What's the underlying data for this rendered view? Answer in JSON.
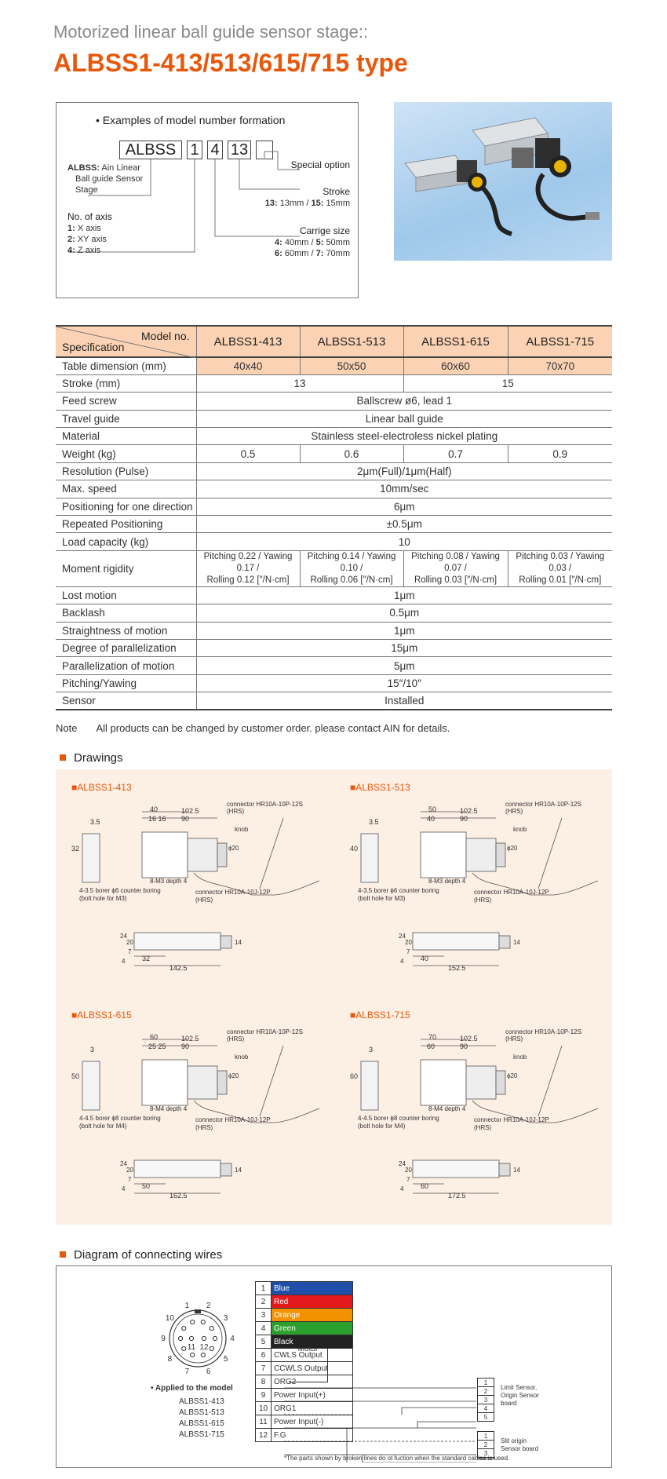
{
  "header": {
    "subtitle": "Motorized linear ball guide sensor stage::",
    "title": "ALBSS1-413/513/615/715 type"
  },
  "formation": {
    "heading": "Examples of model number formation",
    "boxes": [
      "ALBSS",
      "1",
      "4",
      "13",
      ""
    ],
    "albss_label": "ALBSS:",
    "albss_text1": "Ain Linear",
    "albss_text2": "Ball guide Sensor",
    "albss_text3": "Stage",
    "axis_heading": "No. of axis",
    "axis": [
      {
        "k": "1:",
        "v": "X axis"
      },
      {
        "k": "2:",
        "v": "XY axis"
      },
      {
        "k": "4:",
        "v": "Z axis"
      }
    ],
    "special": "Special option",
    "stroke_heading": "Stroke",
    "stroke_k1": "13:",
    "stroke_v1": "13mm / ",
    "stroke_k2": "15:",
    "stroke_v2": "15mm",
    "carriage_heading": "Carrige size",
    "car1k": "4:",
    "car1v": "40mm / ",
    "car2k": "5:",
    "car2v": "50mm",
    "car3k": "6:",
    "car3v": "60mm / ",
    "car4k": "7:",
    "car4v": "70mm"
  },
  "spec": {
    "corner_top": "Model no.",
    "corner_bottom": "Specification",
    "models": [
      "ALBSS1-413",
      "ALBSS1-513",
      "ALBSS1-615",
      "ALBSS1-715"
    ],
    "rows": [
      {
        "label": "Table dimension (mm)",
        "values": [
          "40x40",
          "50x50",
          "60x60",
          "70x70"
        ]
      },
      {
        "label": "Stroke (mm)",
        "v13": "13",
        "v15": "15"
      },
      {
        "label": "Feed screw",
        "all": "Ballscrew ø6, lead 1"
      },
      {
        "label": "Travel guide",
        "all": "Linear ball guide"
      },
      {
        "label": "Material",
        "all": "Stainless steel-electroless nickel plating"
      },
      {
        "label": "Weight (kg)",
        "values": [
          "0.5",
          "0.6",
          "0.7",
          "0.9"
        ]
      },
      {
        "label": "Resolution (Pulse)",
        "all": "2μm(Full)/1μm(Half)"
      },
      {
        "label": "Max. speed",
        "all": "10mm/sec"
      },
      {
        "label": "Positioning for one direction",
        "all": "6μm"
      },
      {
        "label": "Repeated Positioning",
        "all": "±0.5μm"
      },
      {
        "label": "Load capacity (kg)",
        "all": "10"
      },
      {
        "label": "Moment rigidity",
        "values": [
          {
            "a": "Pitching 0.22 / Yawing 0.17 /",
            "b": "Rolling 0.12 [″/N·cm]"
          },
          {
            "a": "Pitching 0.14 / Yawing 0.10 /",
            "b": "Rolling 0.06 [″/N·cm]"
          },
          {
            "a": "Pitching 0.08 / Yawing 0.07 /",
            "b": "Rolling 0.03 [″/N·cm]"
          },
          {
            "a": "Pitching 0.03 / Yawing 0.03 /",
            "b": "Rolling 0.01 [″/N·cm]"
          }
        ]
      },
      {
        "label": "Lost motion",
        "all": "1μm"
      },
      {
        "label": "Backlash",
        "all": "0.5μm"
      },
      {
        "label": "Straightness of motion",
        "all": "1μm"
      },
      {
        "label": "Degree of parallelization",
        "all": "15μm"
      },
      {
        "label": "Parallelization of motion",
        "all": "5μm"
      },
      {
        "label": "Pitching/Yawing",
        "all": "15″/10″"
      },
      {
        "label": "Sensor",
        "all": "Installed"
      }
    ]
  },
  "note": {
    "label": "Note",
    "text": "All products can be changed by customer order. please contact AIN for details."
  },
  "drawings": {
    "heading": "Drawings",
    "models": [
      {
        "name": "■ALBSS1-413",
        "top": "40",
        "total": "102.5",
        "mid": "90",
        "sub": "16 16",
        "borer": "4-3.5 borer ϕ6 counter boring",
        "bolt": "(bolt hole for M3)",
        "depth": "8-M3 depth 4",
        "base1": "32",
        "base2": "142.5",
        "sd": "3.5",
        "vdim": "32"
      },
      {
        "name": "■ALBSS1-513",
        "top": "50",
        "total": "102.5",
        "mid": "90",
        "sub": "40",
        "borer": "4-3.5 borer ϕ6 counter boring",
        "bolt": "(bolt hole for M3)",
        "depth": "8-M3 depth 4",
        "base1": "40",
        "base2": "152.5",
        "sd": "3.5",
        "vdim": "40"
      },
      {
        "name": "■ALBSS1-615",
        "top": "60",
        "total": "102.5",
        "mid": "90",
        "sub": "25 25",
        "borer": "4-4.5 borer ϕ8 counter boring",
        "bolt": "(bolt hole for M4)",
        "depth": "8-M4 depth 4",
        "base1": "50",
        "base2": "162.5",
        "sd": "3",
        "vdim": "50"
      },
      {
        "name": "■ALBSS1-715",
        "top": "70",
        "total": "102.5",
        "mid": "90",
        "sub": "60",
        "borer": "4-4.5 borer ϕ8 counter boring",
        "bolt": "(bolt hole for M4)",
        "depth": "8-M4 depth 4",
        "base1": "60",
        "base2": "172.5",
        "sd": "3",
        "vdim": "60"
      }
    ],
    "conn_top": "connector HR10A-10P-12S",
    "hrs": "(HRS)",
    "knob": "knob",
    "phi": "ϕ20",
    "conn_bot": "connector HR10A-10J-12P",
    "height_labels": [
      "24",
      "20",
      "7",
      "4",
      "14"
    ]
  },
  "wiring": {
    "heading": "Diagram of connecting wires",
    "pins": [
      "1",
      "2",
      "3",
      "4",
      "5",
      "6",
      "7",
      "8",
      "9",
      "10",
      "11",
      "12"
    ],
    "applied_heading": "Applied to the model",
    "applied": [
      "ALBSS1-413",
      "ALBSS1-513",
      "ALBSS1-615",
      "ALBSS1-715"
    ],
    "rows": [
      {
        "n": "1",
        "label": "Blue",
        "color": "#1f4fa8"
      },
      {
        "n": "2",
        "label": "Red",
        "color": "#e3191c"
      },
      {
        "n": "3",
        "label": "Orange",
        "color": "#f39200"
      },
      {
        "n": "4",
        "label": "Green",
        "color": "#2ca02c"
      },
      {
        "n": "5",
        "label": "Black",
        "color": "#222222"
      },
      {
        "n": "6",
        "label": "CWLS Output"
      },
      {
        "n": "7",
        "label": "CCWLS Output"
      },
      {
        "n": "8",
        "label": "ORG2"
      },
      {
        "n": "9",
        "label": "Power Input(+)"
      },
      {
        "n": "10",
        "label": "ORG1"
      },
      {
        "n": "11",
        "label": "Power Input(-)"
      },
      {
        "n": "12",
        "label": "F.G"
      }
    ],
    "motor": "Motor",
    "board1_pins": [
      "1",
      "2",
      "3",
      "4",
      "5"
    ],
    "board1_label1": "Limit Sensor,",
    "board1_label2": "Origin Sensor",
    "board1_label3": "board",
    "board2_pins": [
      "1",
      "2",
      "3"
    ],
    "board2_label1": "Slit origin",
    "board2_label2": "Sensor board",
    "footnote": "*The parts shown by broken lines do ot fuction when the standard cables is used."
  }
}
